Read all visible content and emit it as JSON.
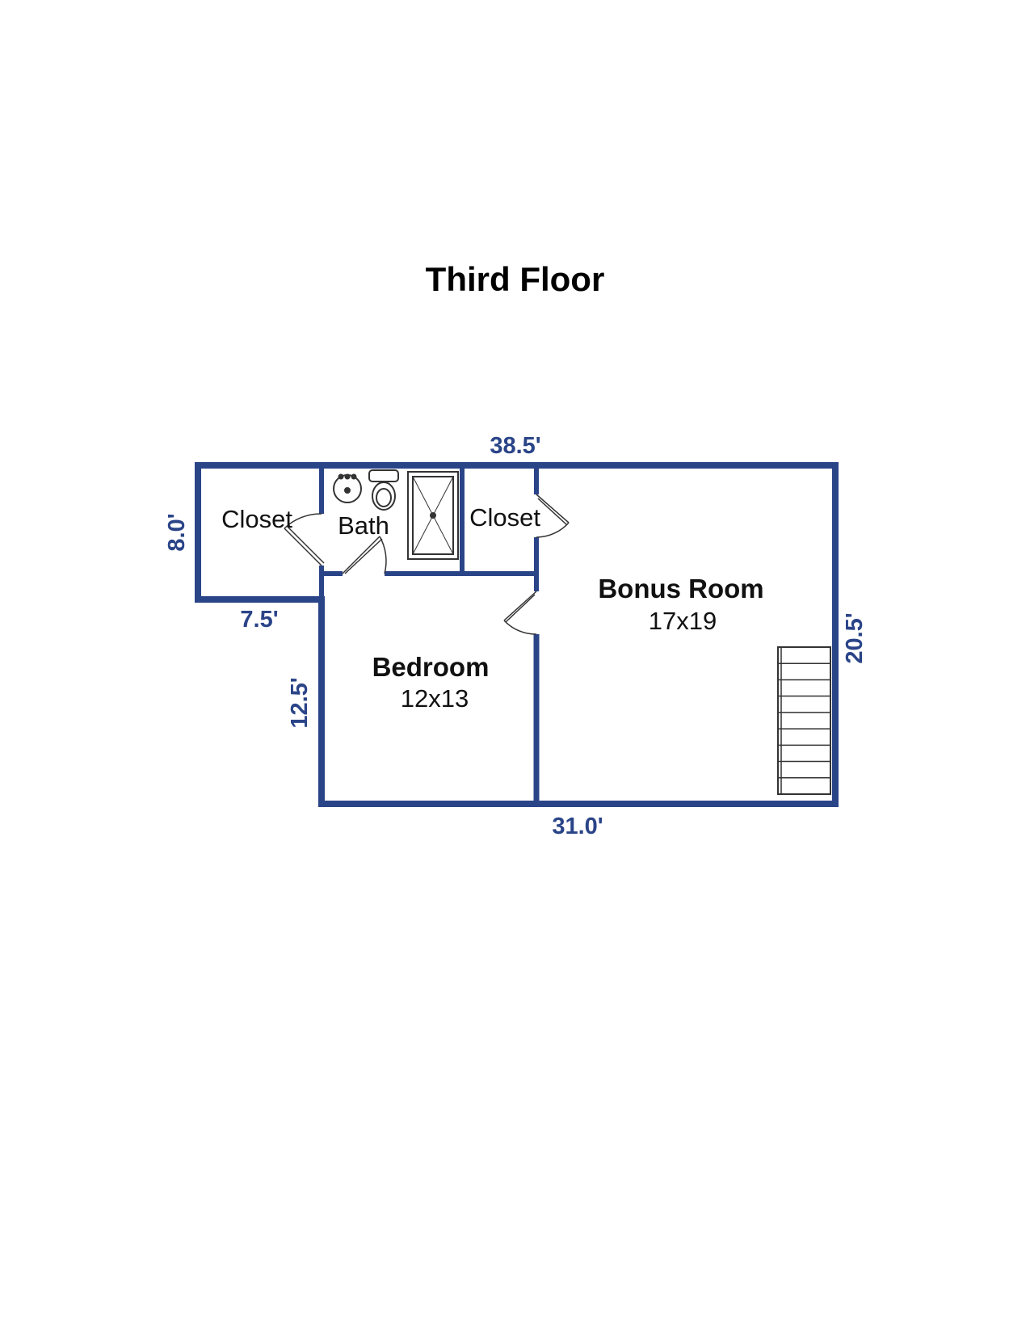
{
  "title": "Third Floor",
  "colors": {
    "wall": "#2a4488",
    "dimension": "#2a4488",
    "fixture": "#333333"
  },
  "rooms": {
    "closet_left": {
      "name": "Closet"
    },
    "bath": {
      "name": "Bath"
    },
    "closet_mid": {
      "name": "Closet"
    },
    "bonus": {
      "name": "Bonus Room",
      "size": "17x19"
    },
    "bedroom": {
      "name": "Bedroom",
      "size": "12x13"
    }
  },
  "dimensions": {
    "top": "38.5'",
    "left": "8.0'",
    "notch": "7.5'",
    "bedroom_left": "12.5'",
    "right": "20.5'",
    "bottom": "31.0'"
  }
}
